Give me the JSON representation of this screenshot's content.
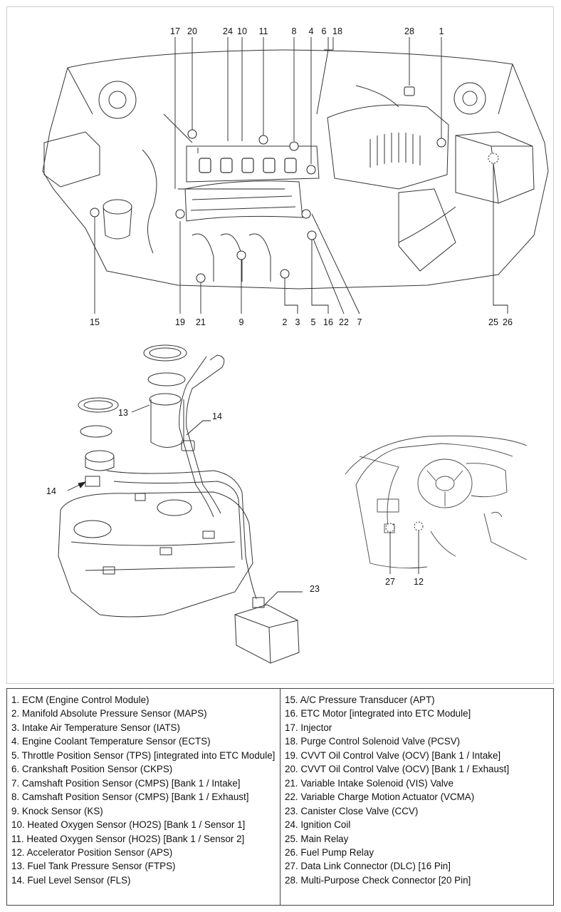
{
  "diagram": {
    "engine_callouts_top": [
      "17",
      "20",
      "24",
      "10",
      "11",
      "8",
      "4",
      "6",
      "18",
      "28",
      "1"
    ],
    "engine_callouts_bottom": [
      "15",
      "19",
      "21",
      "9",
      "2",
      "3",
      "5",
      "16",
      "22",
      "7",
      "25",
      "26"
    ],
    "fuel_callouts": [
      "13",
      "14",
      "14",
      "23"
    ],
    "interior_callouts": [
      "27",
      "12"
    ]
  },
  "legend": {
    "left": [
      "1. ECM (Engine Control Module)",
      "2. Manifold Absolute Pressure Sensor (MAPS)",
      "3. Intake Air Temperature Sensor (IATS)",
      "4. Engine Coolant Temperature Sensor (ECTS)",
      "5. Throttle Position Sensor (TPS) [integrated into ETC Module]",
      "6. Crankshaft Position Sensor (CKPS)",
      "7. Camshaft Position Sensor (CMPS) [Bank 1 / Intake]",
      "8. Camshaft Position Sensor (CMPS) [Bank 1 / Exhaust]",
      "9. Knock Sensor (KS)",
      "10. Heated Oxygen Sensor (HO2S) [Bank 1 / Sensor 1]",
      "11. Heated Oxygen Sensor (HO2S) [Bank 1 / Sensor 2]",
      "12. Accelerator Position Sensor (APS)",
      "13. Fuel Tank Pressure Sensor (FTPS)",
      "14. Fuel Level Sensor (FLS)"
    ],
    "right": [
      "15. A/C Pressure Transducer (APT)",
      "16. ETC Motor [integrated into ETC Module]",
      "17. Injector",
      "18. Purge Control Solenoid Valve (PCSV)",
      "19. CVVT Oil Control Valve (OCV) [Bank 1 / Intake]",
      "20. CVVT Oil Control Valve (OCV) [Bank 1 / Exhaust]",
      "21. Variable Intake Solenoid (VIS) Valve",
      "22. Variable Charge Motion Actuator (VCMA)",
      "23. Canister Close Valve (CCV)",
      "24. Ignition Coil",
      "25. Main Relay",
      "26. Fuel Pump Relay",
      "27. Data Link Connector (DLC) [16 Pin]",
      "28. Multi-Purpose Check Connector [20 Pin]"
    ]
  }
}
